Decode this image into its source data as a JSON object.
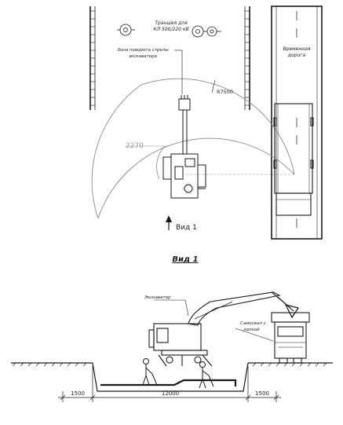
{
  "plan": {
    "trench_label_line1": "Траншея для",
    "trench_label_line2": "КЛ 500/220 кВ",
    "boom_zone_label_line1": "Зона поворота стрелы",
    "boom_zone_label_line2": "экскаватора",
    "radius_label": "R7500",
    "inner_radius_label": "2270",
    "temp_road_label_line1": "Временная",
    "temp_road_label_line2": "дорога",
    "view_arrow_label": "Вид 1"
  },
  "section": {
    "title": "Вид 1",
    "excavator_label": "Экскаватор",
    "truck_label_line1": "Самосвал с",
    "truck_label_line2": "лапкой",
    "dim_left": "1500",
    "dim_middle": "12000",
    "dim_right": "1500"
  },
  "colors": {
    "line": "#1a1a1a",
    "thin": "#555555",
    "radius_arc": "#8a8a8a"
  }
}
